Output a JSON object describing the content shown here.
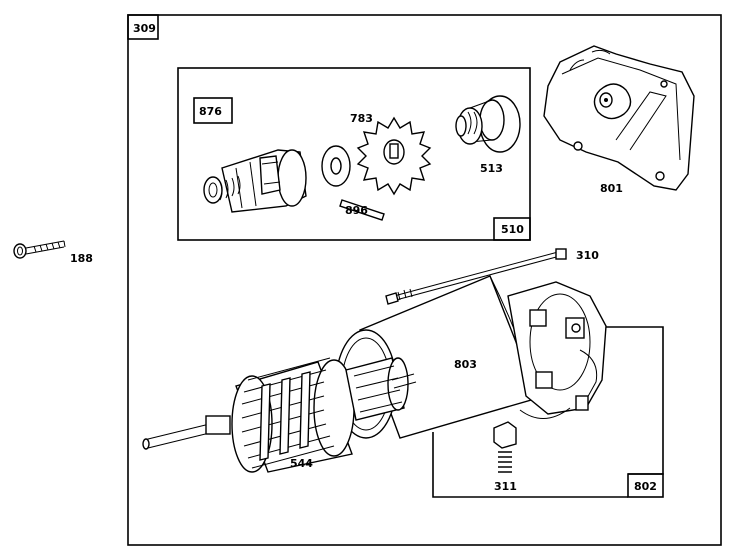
{
  "diagram": {
    "main_group_label": "309",
    "drive_group_label": "510",
    "drive_subgroup_label": "876",
    "brush_group_label": "802",
    "parts": {
      "p188": "188",
      "p310": "310",
      "p311": "311",
      "p513": "513",
      "p544": "544",
      "p783": "783",
      "p801": "801",
      "p803": "803",
      "p896": "896"
    }
  }
}
